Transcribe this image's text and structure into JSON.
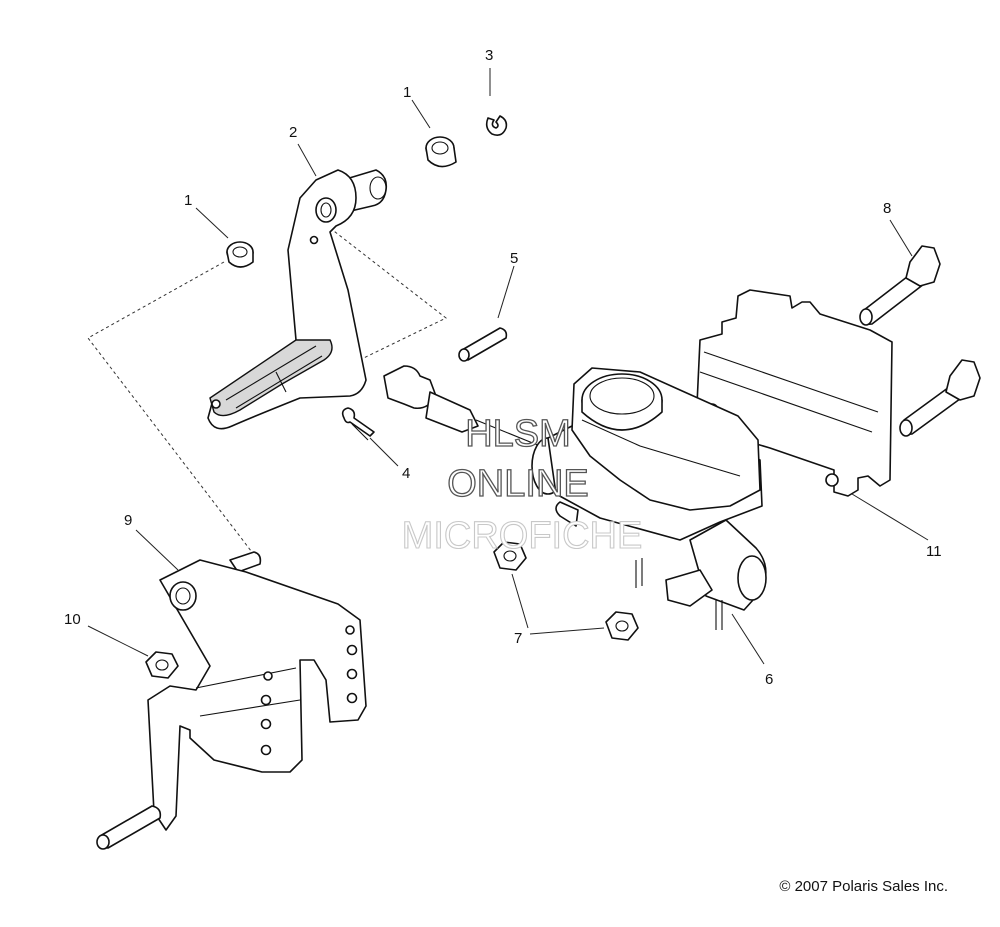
{
  "callouts": {
    "c1a": "1",
    "c1b": "1",
    "c2": "2",
    "c3": "3",
    "c4": "4",
    "c5": "5",
    "c6": "6",
    "c7": "7",
    "c8": "8",
    "c9": "9",
    "c10": "10",
    "c11": "11"
  },
  "watermark": {
    "line1": "HLSM",
    "line2": "ONLINE",
    "line3": "MICROFICHE"
  },
  "copyright": "© 2007 Polaris Sales Inc."
}
